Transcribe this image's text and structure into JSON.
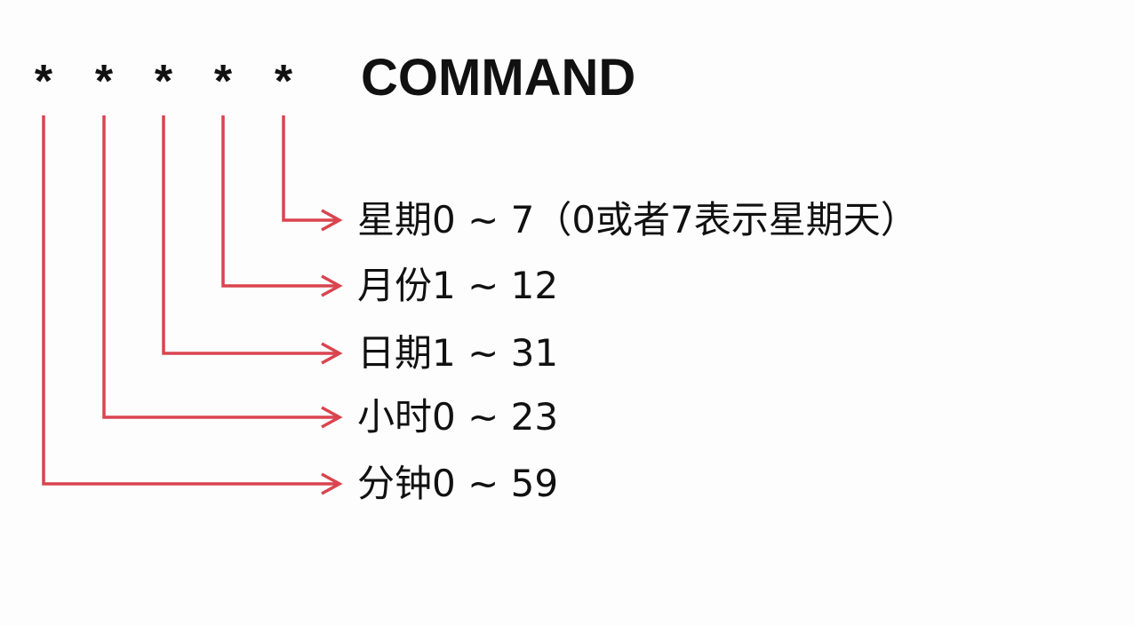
{
  "fields": [
    {
      "symbol": "*",
      "label": "分钟0 ~ 59"
    },
    {
      "symbol": "*",
      "label": "小时0 ~ 23"
    },
    {
      "symbol": "*",
      "label": "日期1 ~ 31"
    },
    {
      "symbol": "*",
      "label": "月份1 ~ 12"
    },
    {
      "symbol": "*",
      "label": "星期0 ~ 7（0或者7表示星期天）"
    }
  ],
  "command": "COMMAND",
  "arrow_color": "#d9444f"
}
